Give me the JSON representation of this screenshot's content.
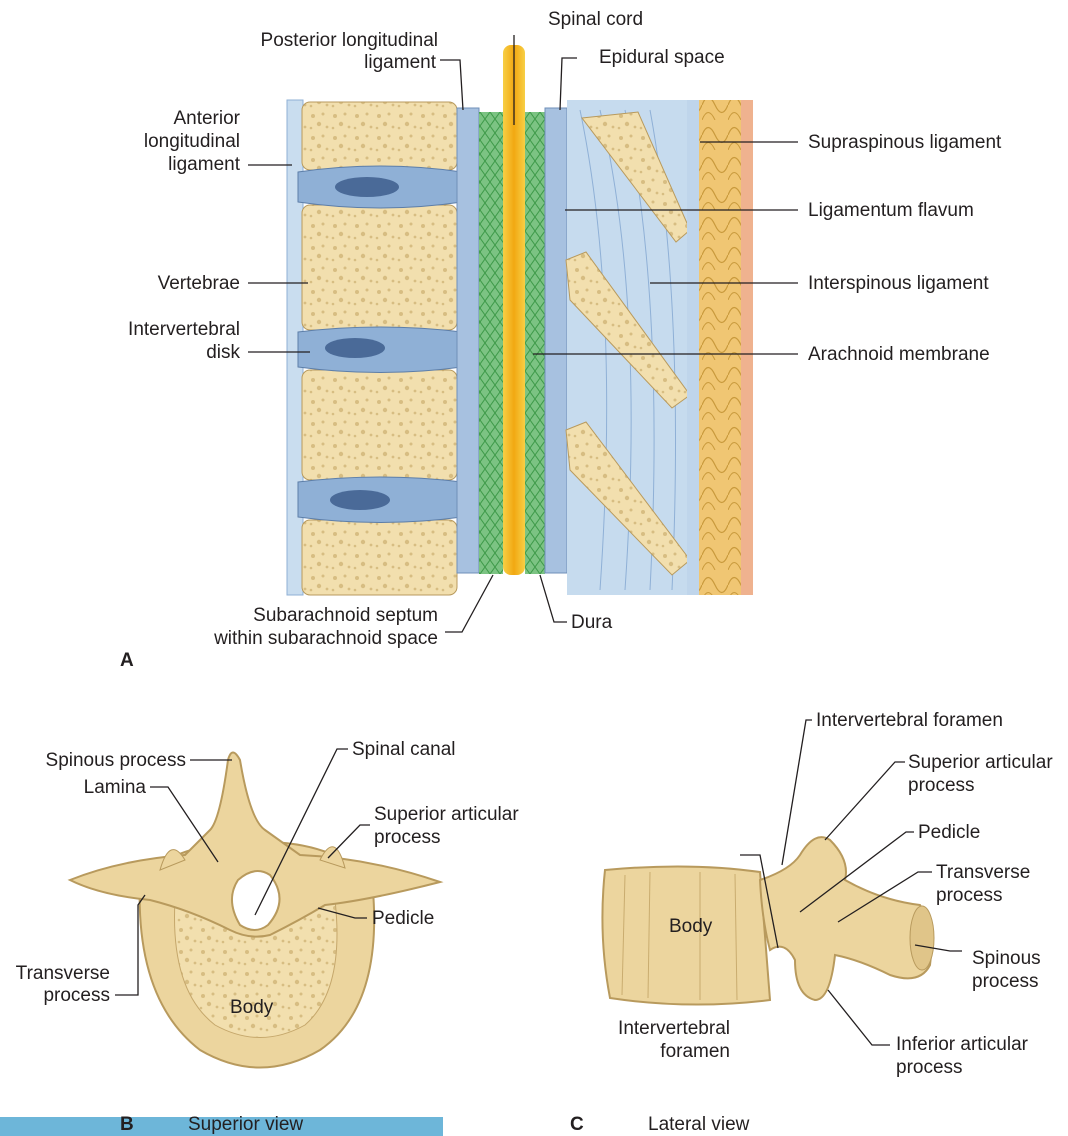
{
  "panel_a": {
    "letter": "A",
    "labels": {
      "spinal_cord": "Spinal cord",
      "posterior_longitudinal_ligament_1": "Posterior longitudinal",
      "posterior_longitudinal_ligament_2": "ligament",
      "epidural_space": "Epidural space",
      "anterior_longitudinal_ligament_1": "Anterior",
      "anterior_longitudinal_ligament_2": "longitudinal",
      "anterior_longitudinal_ligament_3": "ligament",
      "supraspinous_ligament": "Supraspinous ligament",
      "ligamentum_flavum": "Ligamentum flavum",
      "vertebrae": "Vertebrae",
      "interspinous_ligament": "Interspinous ligament",
      "intervertebral_disk_1": "Intervertebral",
      "intervertebral_disk_2": "disk",
      "arachnoid_membrane": "Arachnoid membrane",
      "subarachnoid_septum_1": "Subarachnoid septum",
      "subarachnoid_septum_2": "within subarachnoid space",
      "dura": "Dura"
    }
  },
  "panel_b": {
    "letter": "B",
    "caption": "Superior view",
    "labels": {
      "spinous_process": "Spinous process",
      "spinal_canal": "Spinal canal",
      "lamina": "Lamina",
      "superior_articular_1": "Superior articular",
      "superior_articular_2": "process",
      "pedicle": "Pedicle",
      "transverse_1": "Transverse",
      "transverse_2": "process",
      "body": "Body"
    }
  },
  "panel_c": {
    "letter": "C",
    "caption": "Lateral view",
    "labels": {
      "intervertebral_foramen_top": "Intervertebral foramen",
      "superior_articular_1": "Superior articular",
      "superior_articular_2": "process",
      "pedicle": "Pedicle",
      "transverse_1": "Transverse",
      "transverse_2": "process",
      "body": "Body",
      "spinous_1": "Spinous",
      "spinous_2": "process",
      "intervertebral_foramen_bottom_1": "Intervertebral",
      "intervertebral_foramen_bottom_2": "foramen",
      "inferior_articular_1": "Inferior articular",
      "inferior_articular_2": "process"
    }
  },
  "colors": {
    "bone": "#f2dfae",
    "bone_shade": "#d9bf84",
    "disk": "#8fb0d6",
    "ligament": "#c6dbee",
    "cord": "#f2b11c",
    "arachnoid": "#5fb266",
    "fat": "#f0c673",
    "skin": "#efb28f",
    "caption_bar": "#6db6d9"
  }
}
